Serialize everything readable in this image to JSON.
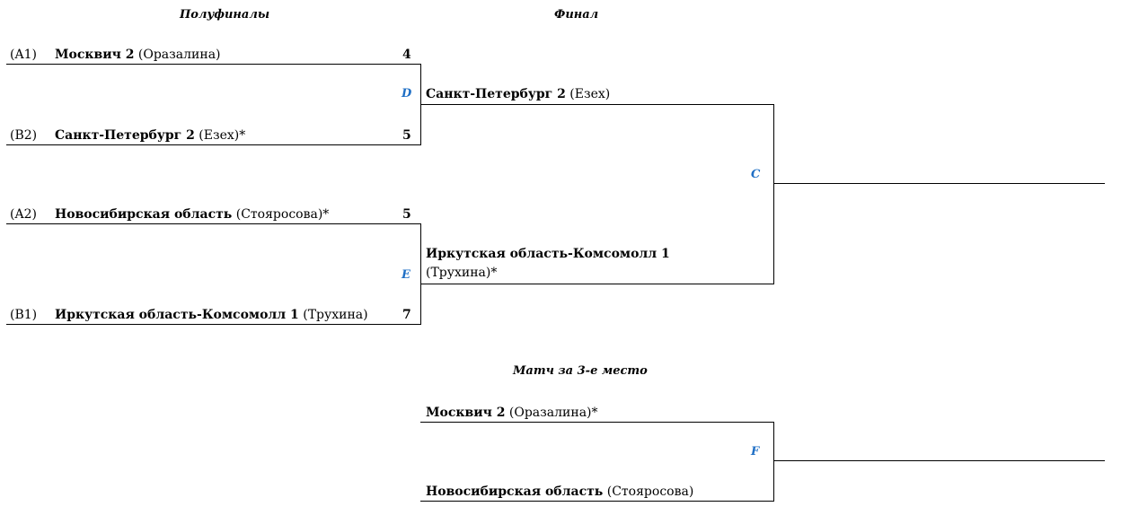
{
  "headers": {
    "semifinals": "Полуфиналы",
    "final": "Финал",
    "third_place": "Матч за 3-е место"
  },
  "semifinals": [
    {
      "seed": "(A1)",
      "team": "Москвич 2",
      "player": "(Оразалина)",
      "score": "4"
    },
    {
      "seed": "(B2)",
      "team": "Санкт-Петербург 2",
      "player": "(Езех)*",
      "score": "5"
    },
    {
      "seed": "(A2)",
      "team": "Новосибирская область",
      "player": "(Стояросова)*",
      "score": "5"
    },
    {
      "seed": "(B1)",
      "team": "Иркутская область-Комсомолл 1",
      "player": "(Трухина)",
      "score": "7"
    }
  ],
  "game_ids": {
    "d": "D",
    "e": "E",
    "c": "C",
    "f": "F"
  },
  "final": [
    {
      "team": "Санкт-Петербург 2",
      "player": "(Езех)"
    },
    {
      "team": "Иркутская область-Комсомолл 1",
      "player": "(Трухина)*"
    }
  ],
  "third_place_match": [
    {
      "team": "Москвич 2",
      "player": "(Оразалина)*"
    },
    {
      "team": "Новосибирская область",
      "player": "(Стояросова)"
    }
  ]
}
